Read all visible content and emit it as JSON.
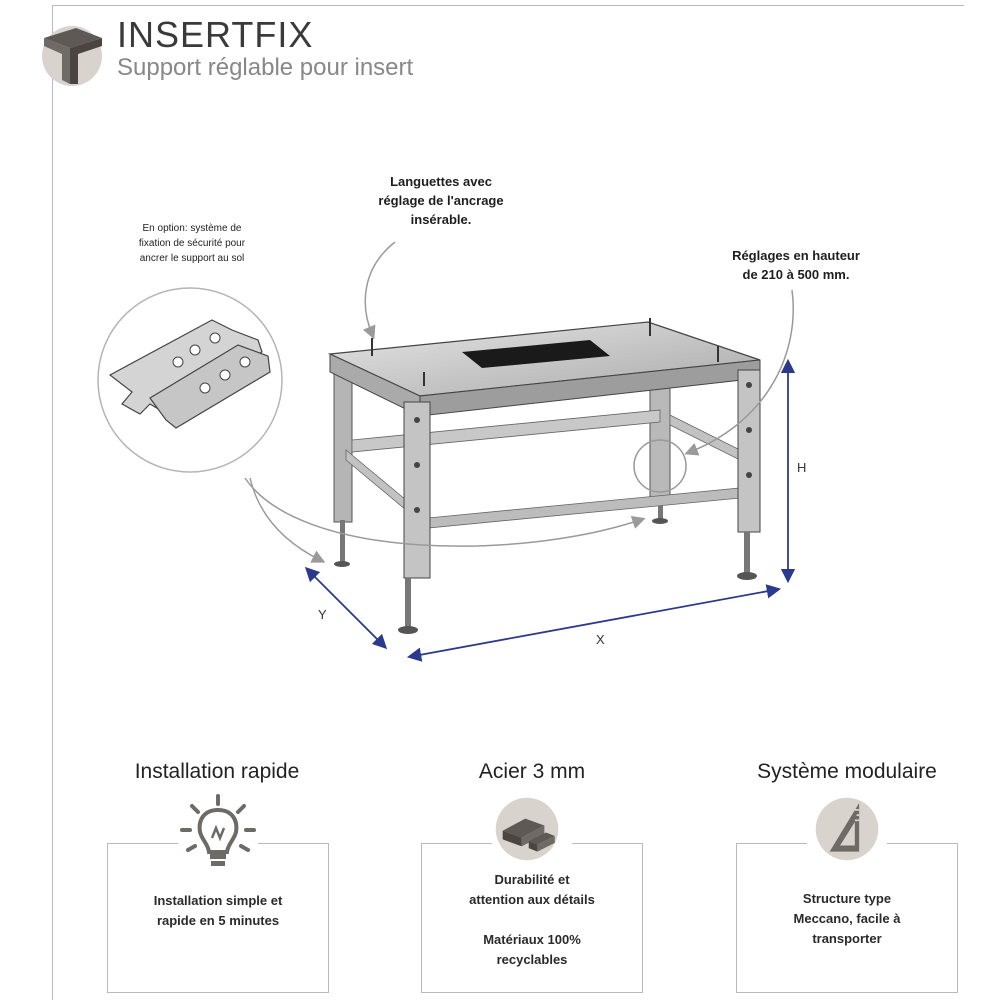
{
  "header": {
    "title": "INSERTFIX",
    "subtitle": "Support réglable pour insert"
  },
  "callouts": {
    "option": [
      "En option: système de",
      "fixation de sécurité pour",
      "ancrer le support au sol"
    ],
    "tabs": [
      "Languettes avec",
      "réglage de l'ancrage",
      "insérable."
    ],
    "height": [
      "Réglages en hauteur",
      "de 210 à 500 mm."
    ]
  },
  "dimensions": {
    "x": "X",
    "y": "Y",
    "h": "H"
  },
  "features": [
    {
      "title": "Installation rapide",
      "icon": "lightbulb-icon",
      "lines": [
        "Installation simple et",
        "rapide en 5 minutes"
      ],
      "lines2": []
    },
    {
      "title": "Acier 3 mm",
      "icon": "steel-bars-icon",
      "lines": [
        "Durabilité et",
        "attention aux détails"
      ],
      "lines2": [
        "Matériaux 100%",
        "recyclables"
      ]
    },
    {
      "title": "Système modulaire",
      "icon": "set-square-icon",
      "lines": [
        "Structure type",
        "Meccano, facile à",
        "transporter"
      ],
      "lines2": []
    }
  ],
  "colors": {
    "accent": "#2b3a8c",
    "icon_gray": "#6e6a66",
    "frame": "#b9b9b9"
  }
}
